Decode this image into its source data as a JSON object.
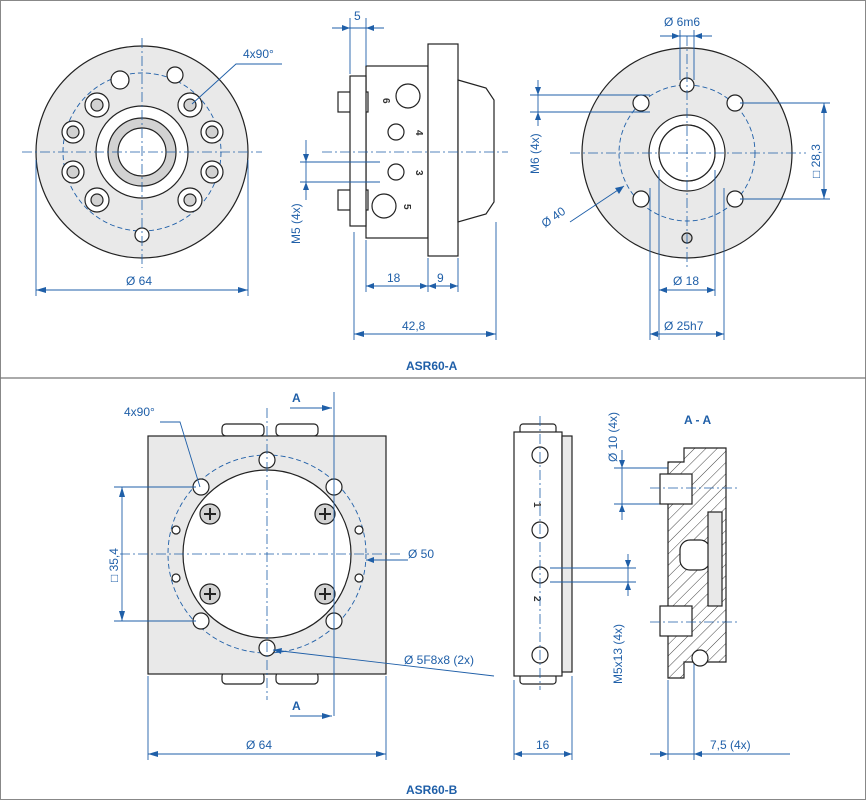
{
  "sections": {
    "top_caption": "ASR60-A",
    "bottom_caption": "ASR60-B"
  },
  "top": {
    "front": {
      "angle": "4x90°",
      "diameter": "Ø 64"
    },
    "side": {
      "d5": "5",
      "m5": "M5 (4x)",
      "d18": "18",
      "d9": "9",
      "d42": "42,8",
      "marks": [
        "6",
        "4",
        "3",
        "5"
      ]
    },
    "back": {
      "d6m6": "Ø 6m6",
      "m6": "M6 (4x)",
      "sq": "□ 28,3",
      "d40": "Ø 40",
      "d18": "Ø 18",
      "d25": "Ø 25h7"
    }
  },
  "bottom": {
    "front": {
      "angle": "4x90°",
      "section_a": "A",
      "sq": "□ 35,4",
      "d50": "Ø 50",
      "d5f8": "Ø 5F8x8 (2x)",
      "d64": "Ø 64"
    },
    "side": {
      "d10": "Ø 10 (4x)",
      "m5": "M5x13 (4x)",
      "d16": "16",
      "marks": [
        "1",
        "2"
      ]
    },
    "section": {
      "title": "A - A",
      "d75": "7,5 (4x)"
    }
  }
}
